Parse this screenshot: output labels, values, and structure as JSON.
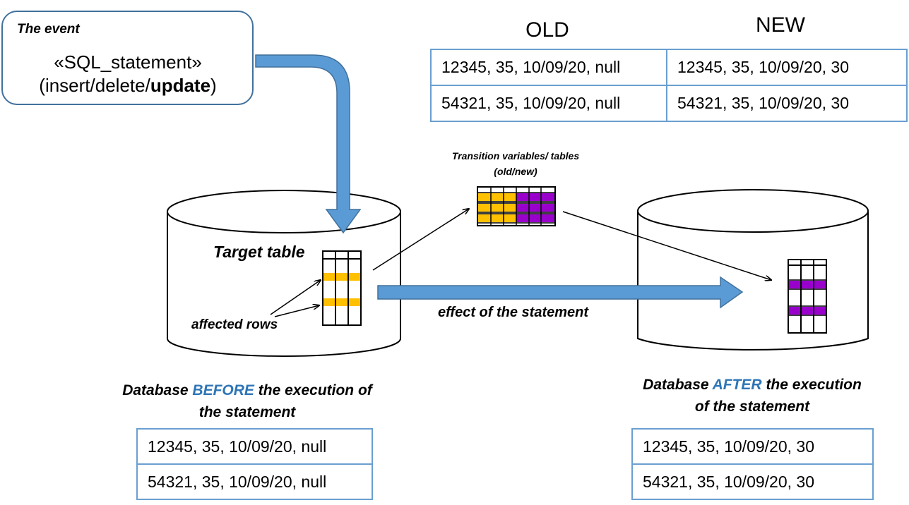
{
  "colors": {
    "arrow_fill": "#5b9bd5",
    "arrow_stroke": "#41719c",
    "table_border": "#6a9fd0",
    "affected_old": "#ffc000",
    "affected_new": "#9900cc",
    "highlight_text": "#2e75b6"
  },
  "event": {
    "title": "The event",
    "statement": "«SQL_statement»",
    "kinds_prefix": "(insert/delete/",
    "kinds_bold": "update",
    "kinds_suffix": ")"
  },
  "transition_tables": {
    "old_header": "OLD",
    "new_header": "NEW",
    "rows": [
      {
        "old": "12345, 35, 10/09/20, null",
        "new": "12345, 35, 10/09/20, 30"
      },
      {
        "old": "54321, 35, 10/09/20, null",
        "new": "54321, 35, 10/09/20, 30"
      }
    ],
    "label_line1": "Transition variables/ tables",
    "label_line2": "(old/new)"
  },
  "before_db": {
    "target_label": "Target table",
    "affected_label": "affected rows",
    "caption_prefix": "Database ",
    "caption_highlight": "BEFORE",
    "caption_line1_suffix": " the execution of",
    "caption_line2": "the statement",
    "rows": [
      "12345, 35, 10/09/20, null",
      "54321, 35, 10/09/20, null"
    ]
  },
  "effect_label": "effect of the statement",
  "after_db": {
    "caption_prefix": "Database ",
    "caption_highlight": "AFTER",
    "caption_line1_suffix": " the execution",
    "caption_line2": "of the statement",
    "rows": [
      "12345, 35, 10/09/20, 30",
      "54321, 35, 10/09/20, 30"
    ]
  }
}
